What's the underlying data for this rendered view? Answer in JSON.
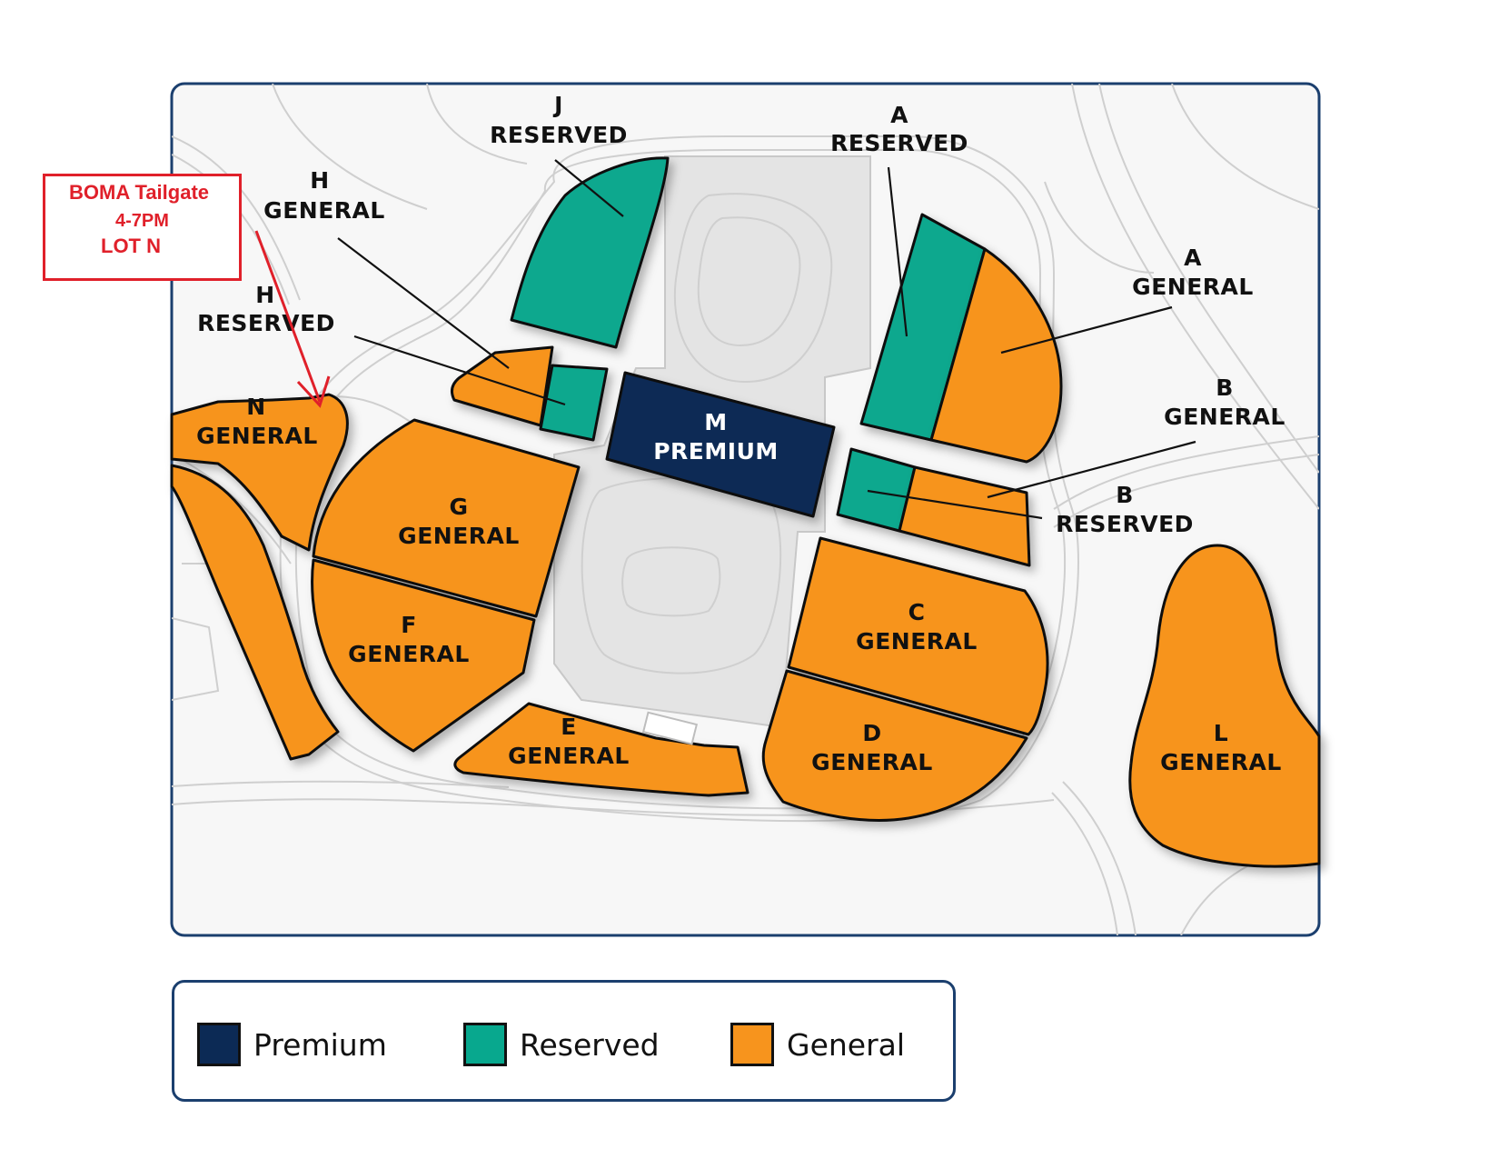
{
  "colors": {
    "premium": "#0c2a55",
    "reserved": "#08a88e",
    "general": "#f7941d",
    "frame": "#1b3f6e",
    "callout": "#e0202a",
    "background_area": "#f7f7f7",
    "stadium_area": "#e4e4e4"
  },
  "lots": {
    "J": {
      "letter": "J",
      "type": "RESERVED"
    },
    "A_reserved": {
      "letter": "A",
      "type": "RESERVED"
    },
    "A_general": {
      "letter": "A",
      "type": "GENERAL"
    },
    "H_general": {
      "letter": "H",
      "type": "GENERAL"
    },
    "H_reserved": {
      "letter": "H",
      "type": "RESERVED"
    },
    "N": {
      "letter": "N",
      "type": "GENERAL"
    },
    "M": {
      "letter": "M",
      "type": "PREMIUM"
    },
    "B_general": {
      "letter": "B",
      "type": "GENERAL"
    },
    "B_reserved": {
      "letter": "B",
      "type": "RESERVED"
    },
    "G": {
      "letter": "G",
      "type": "GENERAL"
    },
    "F": {
      "letter": "F",
      "type": "GENERAL"
    },
    "C": {
      "letter": "C",
      "type": "GENERAL"
    },
    "D": {
      "letter": "D",
      "type": "GENERAL"
    },
    "E": {
      "letter": "E",
      "type": "GENERAL"
    },
    "L": {
      "letter": "L",
      "type": "GENERAL"
    }
  },
  "callout": {
    "line1": "BOMA Tailgate",
    "line2": "4-7PM",
    "line3": "LOT N",
    "icon": "arrow-icon"
  },
  "legend": {
    "items": [
      {
        "label": "Premium",
        "color": "#0c2a55"
      },
      {
        "label": "Reserved",
        "color": "#08a88e"
      },
      {
        "label": "General",
        "color": "#f7941d"
      }
    ]
  }
}
